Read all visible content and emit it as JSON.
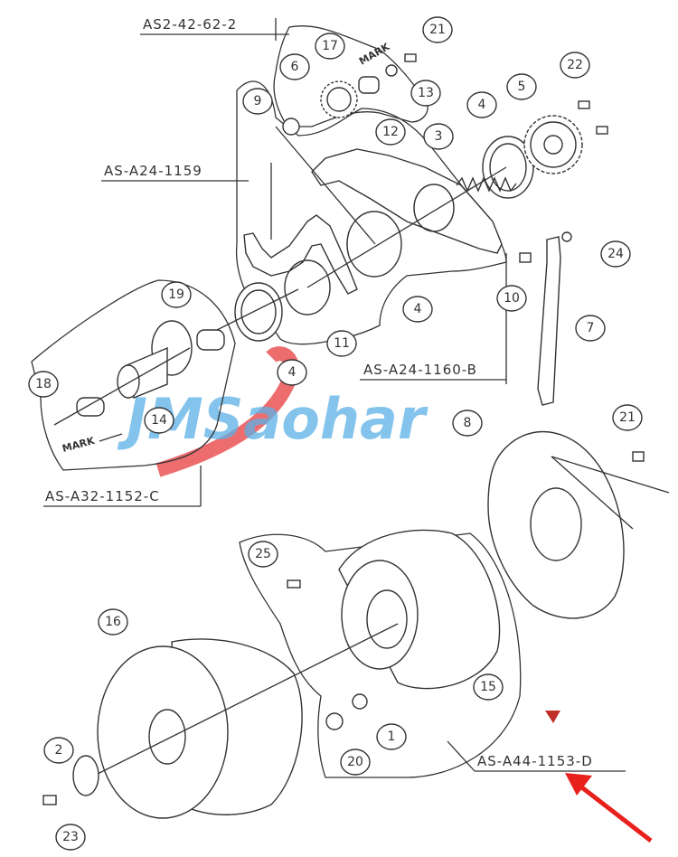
{
  "assembly_labels": {
    "as2_42_62_2": "AS2-42-62-2",
    "as_a24_1159": "AS-A24-1159",
    "as_a24_1160_b": "AS-A24-1160-B",
    "as_a32_1152_c": "AS-A32-1152-C",
    "as_a44_1153_d": "AS-A44-1153-D"
  },
  "mark_labels": {
    "upper": "MARK",
    "lower": "MARK"
  },
  "watermark": {
    "text": "JMSaohar"
  },
  "callouts": {
    "c1": "1",
    "c2": "2",
    "c3": "3",
    "c4a": "4",
    "c4b": "4",
    "c4c": "4",
    "c5": "5",
    "c6": "6",
    "c7": "7",
    "c8": "8",
    "c9": "9",
    "c10": "10",
    "c11": "11",
    "c12": "12",
    "c13": "13",
    "c14": "14",
    "c15": "15",
    "c16": "16",
    "c17": "17",
    "c18": "18",
    "c19": "19",
    "c20": "20",
    "c21a": "21",
    "c21b": "21",
    "c22": "22",
    "c23": "23",
    "c24": "24",
    "c25": "25"
  },
  "colors": {
    "line": "#333333",
    "watermark_blue": "#5bb0e6",
    "watermark_red": "#e8494a",
    "arrow_red": "#e8211d"
  }
}
